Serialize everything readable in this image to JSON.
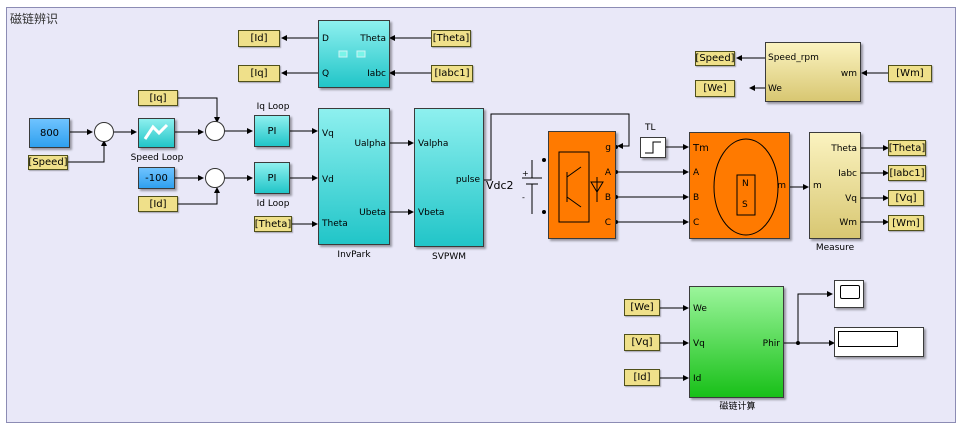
{
  "title": "磁链辨识",
  "blocks": {
    "const_800": "800",
    "const_neg100": "-100",
    "speed_loop": "Speed Loop",
    "iq_loop": "Iq Loop",
    "id_loop": "Id Loop",
    "pi_label": "PI",
    "invpark": {
      "name": "InvPark",
      "in_vq": "Vq",
      "in_vd": "Vd",
      "in_theta": "Theta",
      "out_ualpha": "Ualpha",
      "out_ubeta": "Ubeta"
    },
    "svpwm": {
      "name": "SVPWM",
      "in_valpha": "Valpha",
      "in_vbeta": "Vbeta",
      "out_pulse": "pulse"
    },
    "park": {
      "in_d": "D",
      "in_q": "Q",
      "out_theta": "Theta",
      "out_iabc": "Iabc"
    },
    "vdc": "Vdc2",
    "inverter": {
      "g": "g",
      "a": "A",
      "b": "B",
      "c": "C"
    },
    "tl": "TL",
    "motor": {
      "tm": "Tm",
      "a": "A",
      "b": "B",
      "c": "C",
      "m": "m",
      "n": "N",
      "s": "S"
    },
    "measure": {
      "name": "Measure",
      "in_m": "m",
      "out_theta": "Theta",
      "out_iabc": "Iabc",
      "out_vq": "Vq",
      "out_wm": "Wm"
    },
    "speed_rpm": {
      "in": "Speed_rpm",
      "out_wm": "wm",
      "out_we": "We"
    },
    "flux": {
      "name": "磁链计算",
      "in_we": "We",
      "in_vq": "Vq",
      "in_id": "Id",
      "out_phir": "Phir"
    }
  },
  "tags": {
    "speed_in": "[Speed]",
    "iq_in": "[Iq]",
    "id_in": "[Id]",
    "theta_in": "[Theta]",
    "id_goto": "[Id]",
    "iq_goto": "[Iq]",
    "theta_from": "[Theta]",
    "iabc1_from": "[Iabc1]",
    "speed_goto": "[Speed]",
    "we_goto": "[We]",
    "wm_from": "[Wm]",
    "theta_goto": "[Theta]",
    "iabc1_goto": "[Iabc1]",
    "vq_goto": "[Vq]",
    "wm_goto": "[Wm]",
    "we_from": "[We]",
    "vq_from": "[Vq]",
    "id_from": "[Id]"
  }
}
